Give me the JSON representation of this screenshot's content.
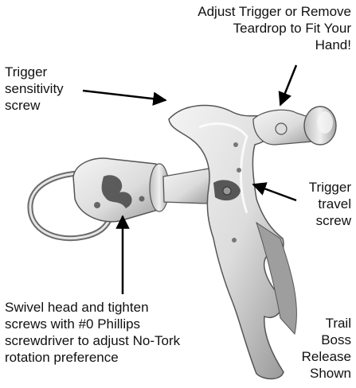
{
  "labels": {
    "adjust_trigger": "Adjust Trigger or Remove\nTeardrop to Fit Your\nHand!",
    "trigger_sensitivity": "Trigger\nsensitivity\nscrew",
    "trigger_travel": "Trigger\ntravel\nscrew",
    "swivel_head": "Swivel head and tighten\nscrews with #0 Phillips\nscrewdriver to adjust No-Tork\nrotation preference",
    "model_shown": "Trail\nBoss\nRelease\nShown"
  },
  "colors": {
    "text": "#111111",
    "arrow": "#000000",
    "metal_light": "#ededed",
    "metal_mid": "#c8c8c8",
    "metal_dark": "#8a8a8a",
    "metal_edge": "#555555"
  }
}
